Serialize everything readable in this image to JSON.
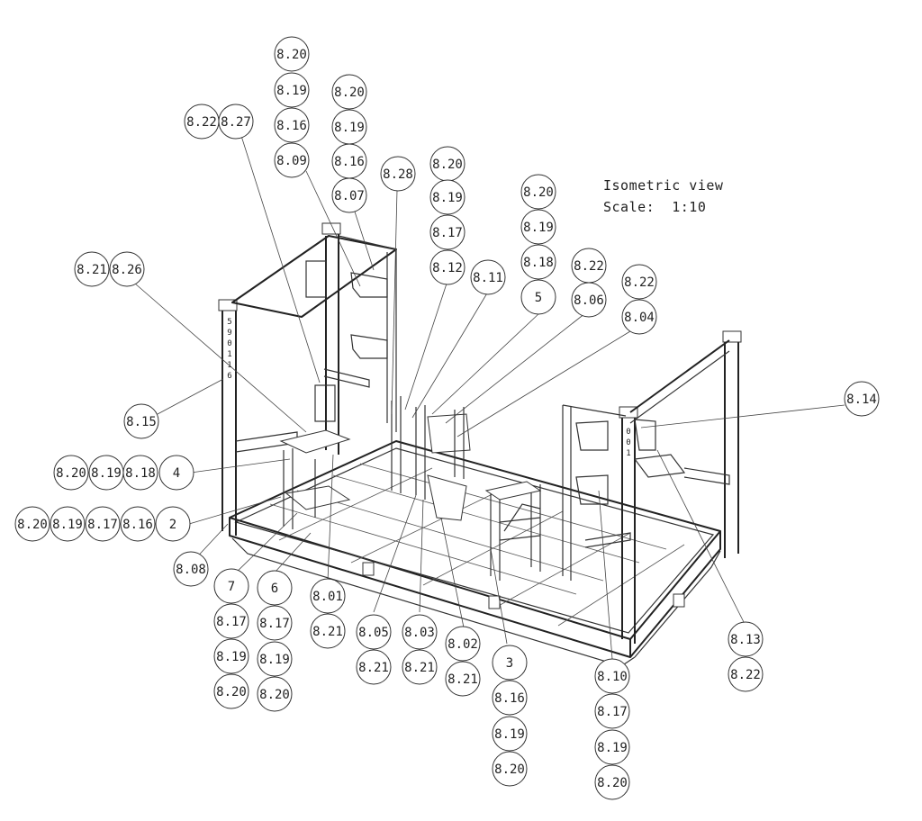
{
  "view": {
    "title": "Isometric view",
    "scale": "Scale:  1:10"
  },
  "frame_marking": {
    "left_post_letters": [
      "5",
      "9",
      "0",
      "1",
      "1",
      "6"
    ],
    "right_post_letters": [
      "0",
      "0",
      "1"
    ]
  },
  "balloons": [
    "8.20",
    "8.19",
    "8.16",
    "8.09",
    "8.20",
    "8.19",
    "8.16",
    "8.07",
    "8.22",
    "8.27",
    "8.28",
    "8.20",
    "8.19",
    "8.17",
    "8.12",
    "8.20",
    "8.19",
    "8.18",
    "8.21",
    "8.26",
    "8.11",
    "5",
    "8.22",
    "8.06",
    "8.22",
    "8.04",
    "8.14",
    "8.15",
    "8.20",
    "8.19",
    "8.18",
    "4",
    "8.20",
    "8.19",
    "8.17",
    "8.16",
    "2",
    "8.08",
    "7",
    "8.17",
    "8.19",
    "8.20",
    "6",
    "8.17",
    "8.19",
    "8.20",
    "8.01",
    "8.21",
    "8.05",
    "8.21",
    "8.03",
    "8.21",
    "8.02",
    "8.21",
    "3",
    "8.16",
    "8.19",
    "8.20",
    "8.10",
    "8.17",
    "8.19",
    "8.20",
    "8.13",
    "8.22"
  ]
}
